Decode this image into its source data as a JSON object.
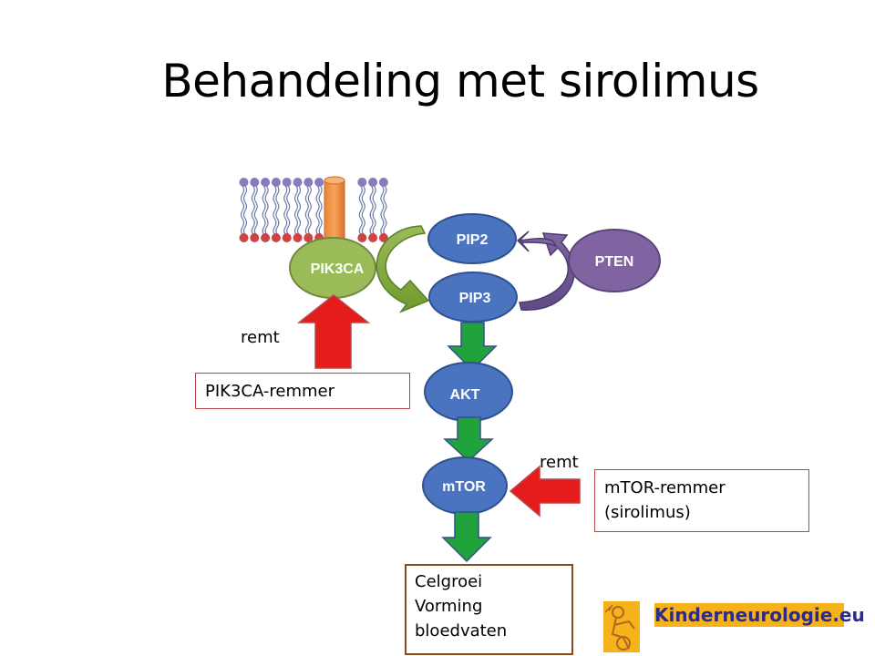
{
  "title": "Behandeling met sirolimus",
  "nodes": {
    "pik3ca": "PIK3CA",
    "pip2": "PIP2",
    "pip3": "PIP3",
    "pten": "PTEN",
    "akt": "AKT",
    "mtor": "mTOR"
  },
  "labels": {
    "remt_left": "remt",
    "remt_right": "remt"
  },
  "boxes": {
    "pik3ca_inhibitor": "PIK3CA-remmer",
    "mtor_inhibitor": [
      "mTOR-remmer",
      "(sirolimus)"
    ],
    "outcome": [
      "Celgroei",
      "Vorming",
      "bloedvaten"
    ]
  },
  "logo": {
    "text": "Kinderneurologie.eu"
  },
  "colors": {
    "node_blue": "#4a73c0",
    "node_green": "#9bbb59",
    "node_purple": "#8064a2",
    "arrow_green": "#1fa33a",
    "arrow_red": "#e51c1c",
    "membrane_head_purple": "#8a7bbf",
    "membrane_head_red": "#cc4444",
    "receptor_orange": "#f79646",
    "logo_bg": "#f5b21a",
    "logo_text": "#2c2a8a"
  }
}
